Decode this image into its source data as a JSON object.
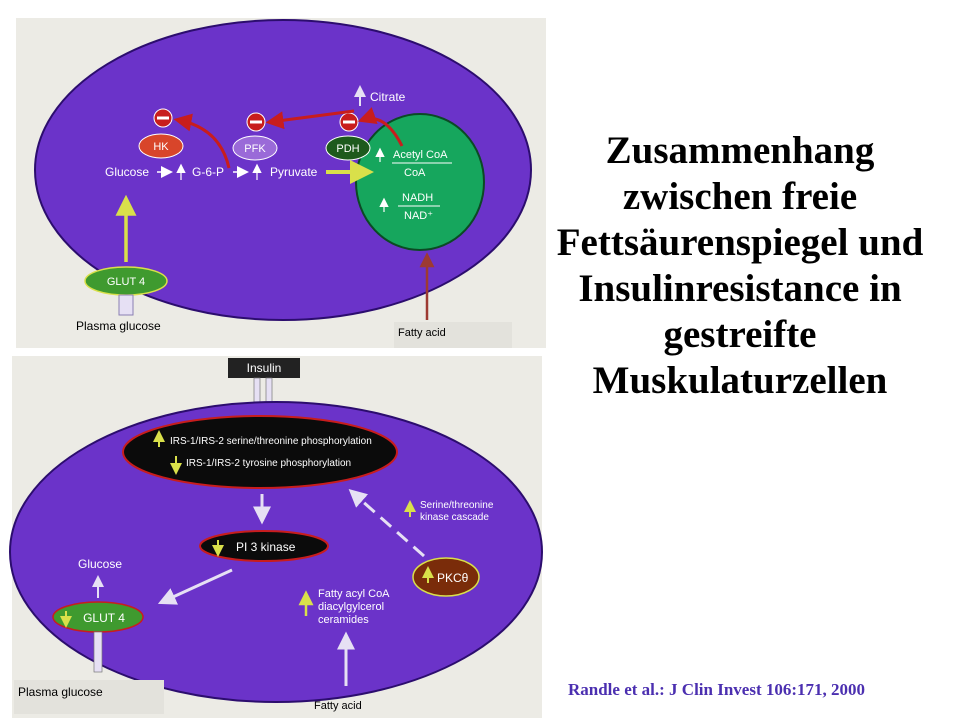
{
  "title": {
    "lines": [
      "Zusammenhang",
      "zwischen freie",
      "Fettsäurenspiegel und",
      "Insulinresistance in",
      "gestreifte",
      "Muskulaturzellen"
    ]
  },
  "citation": "Randle et al.: J Clin Invest 106:171, 2000",
  "colors": {
    "cell": "#6b33c9",
    "cell_border": "#2c0d6e",
    "hk": "#d8452a",
    "pfk": "#9a6ad8",
    "pdh": "#1d5a1d",
    "mito": "#16a65d",
    "glut": "#3f9a2f",
    "pkc": "#7a2c0a",
    "irs": "#0b0b0b",
    "inhibit": "#c81d1d",
    "arrow_yellow": "#d9e04a",
    "arrow_light": "#e6e0f4"
  },
  "top_panel": {
    "hk": "HK",
    "pfk": "PFK",
    "pdh": "PDH",
    "citrate": "Citrate",
    "glucose": "Glucose",
    "g6p": "G-6-P",
    "pyruvate": "Pyruvate",
    "acetyl_coa": "Acetyl CoA",
    "coa": "CoA",
    "nadh": "NADH",
    "nad": "NAD⁺",
    "glut4": "GLUT 4",
    "plasma_glucose": "Plasma glucose",
    "fatty_acid": "Fatty acid"
  },
  "bottom_panel": {
    "insulin": "Insulin",
    "irs_line1": "IRS-1/IRS-2 serine/threonine phosphorylation",
    "irs_line2": "IRS-1/IRS-2 tyrosine phosphorylation",
    "serine_cascade_1": "Serine/threonine",
    "serine_cascade_2": "kinase cascade",
    "pi3k": "PI 3 kinase",
    "glucose": "Glucose",
    "pkc": "PKCθ",
    "glut4": "GLUT 4",
    "fatty_acyl_1": "Fatty acyl CoA",
    "fatty_acyl_2": "diacylgylcerol",
    "fatty_acyl_3": "ceramides",
    "plasma_glucose": "Plasma glucose",
    "fatty_acid": "Fatty acid"
  }
}
